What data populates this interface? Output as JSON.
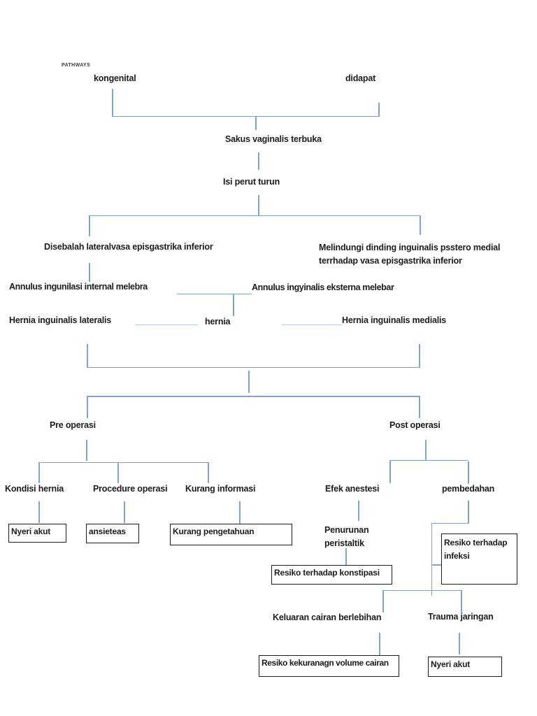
{
  "page": {
    "corner_label": "PATHWAYS"
  },
  "colors": {
    "connector": "#85a3c4",
    "connector_light": "#b6cadf",
    "text": "#1c1c1c",
    "box_border": "#1c1c1c",
    "background": "#ffffff"
  },
  "nodes": {
    "kongenital": "kongenital",
    "didapat": "didapat",
    "sakus_vaginalis": "Sakus vaginalis terbuka",
    "isi_perut": "Isi perut turun",
    "disebalah": "Disebalah lateralvasa episgastrika inferior",
    "melindungi_lines": [
      "Melindungi dinding inguinalis psstero medial",
      "terrhadap vasa episgastrika inferior"
    ],
    "annulus_internal": "Annulus ingunilasi internal melebra",
    "annulus_eksterna": "Annulus ingyinalis eksterna melebar",
    "hernia_lateralis": "Hernia inguinalis lateralis",
    "hernia": "hernia",
    "hernia_medialis": "Hernia inguinalis medialis",
    "pre_operasi": "Pre operasi",
    "post_operasi": "Post operasi",
    "kondisi_hernia": "Kondisi hernia",
    "procedure_operasi": "Procedure operasi",
    "kurang_informasi": "Kurang informasi",
    "efek_anestesi": "Efek anestesi",
    "pembedahan": "pembedahan",
    "penurunan_lines": [
      "Penurunan",
      "peristaltik"
    ],
    "keluaran_cairan": "Keluaran cairan berlebihan",
    "trauma_jaringan": "Trauma jaringan"
  },
  "diagnosis_boxes": {
    "nyeri_akut_pre": "Nyeri akut",
    "ansieteas": "ansieteas",
    "kurang_pengetahuan": "Kurang pengetahuan",
    "resiko_konstipasi": "Resiko terhadap konstipasi",
    "resiko_infeksi_lines": [
      "Resiko terhadap",
      "infeksi"
    ],
    "resiko_volume_cairan": "Resiko kekuranagn volume cairan",
    "nyeri_akut_post": "Nyeri akut"
  }
}
